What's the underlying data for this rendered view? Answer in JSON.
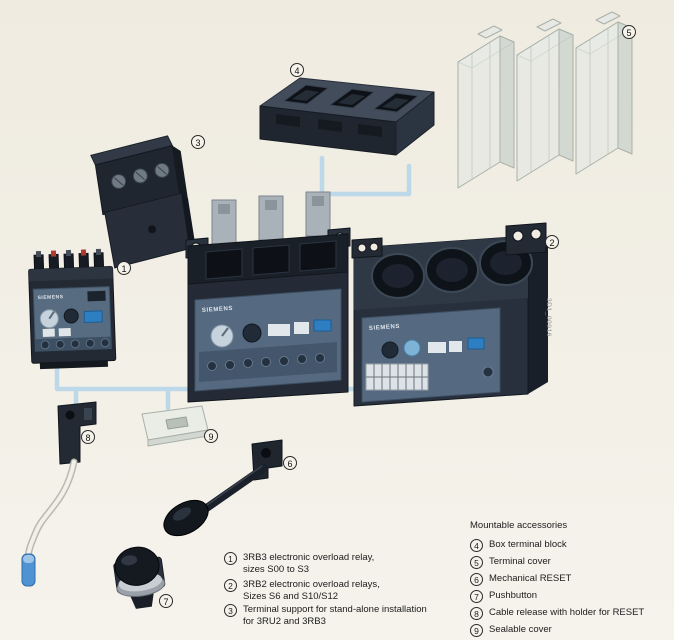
{
  "brand_label": "SIEMENS",
  "watermark": "3D1_00916",
  "callouts": [
    "1",
    "2",
    "3",
    "4",
    "5",
    "6",
    "7",
    "8",
    "9"
  ],
  "legend": {
    "left_items": [
      {
        "num": "1",
        "lines": [
          "3RB3 electronic overload relay,",
          "sizes S00 to S3"
        ]
      },
      {
        "num": "2",
        "lines": [
          "3RB2 electronic overload relays,",
          "Sizes S6 and S10/S12"
        ]
      },
      {
        "num": "3",
        "lines": [
          "Terminal support for stand-alone installation",
          "for 3RU2 and 3RB3"
        ]
      }
    ],
    "right_title": "Mountable accessories",
    "right_items": [
      {
        "num": "4",
        "text": "Box terminal block"
      },
      {
        "num": "5",
        "text": "Terminal cover"
      },
      {
        "num": "6",
        "text": "Mechanical RESET"
      },
      {
        "num": "7",
        "text": "Pushbutton"
      },
      {
        "num": "8",
        "text": "Cable release with holder for RESET"
      },
      {
        "num": "9",
        "text": "Sealable cover"
      }
    ]
  }
}
